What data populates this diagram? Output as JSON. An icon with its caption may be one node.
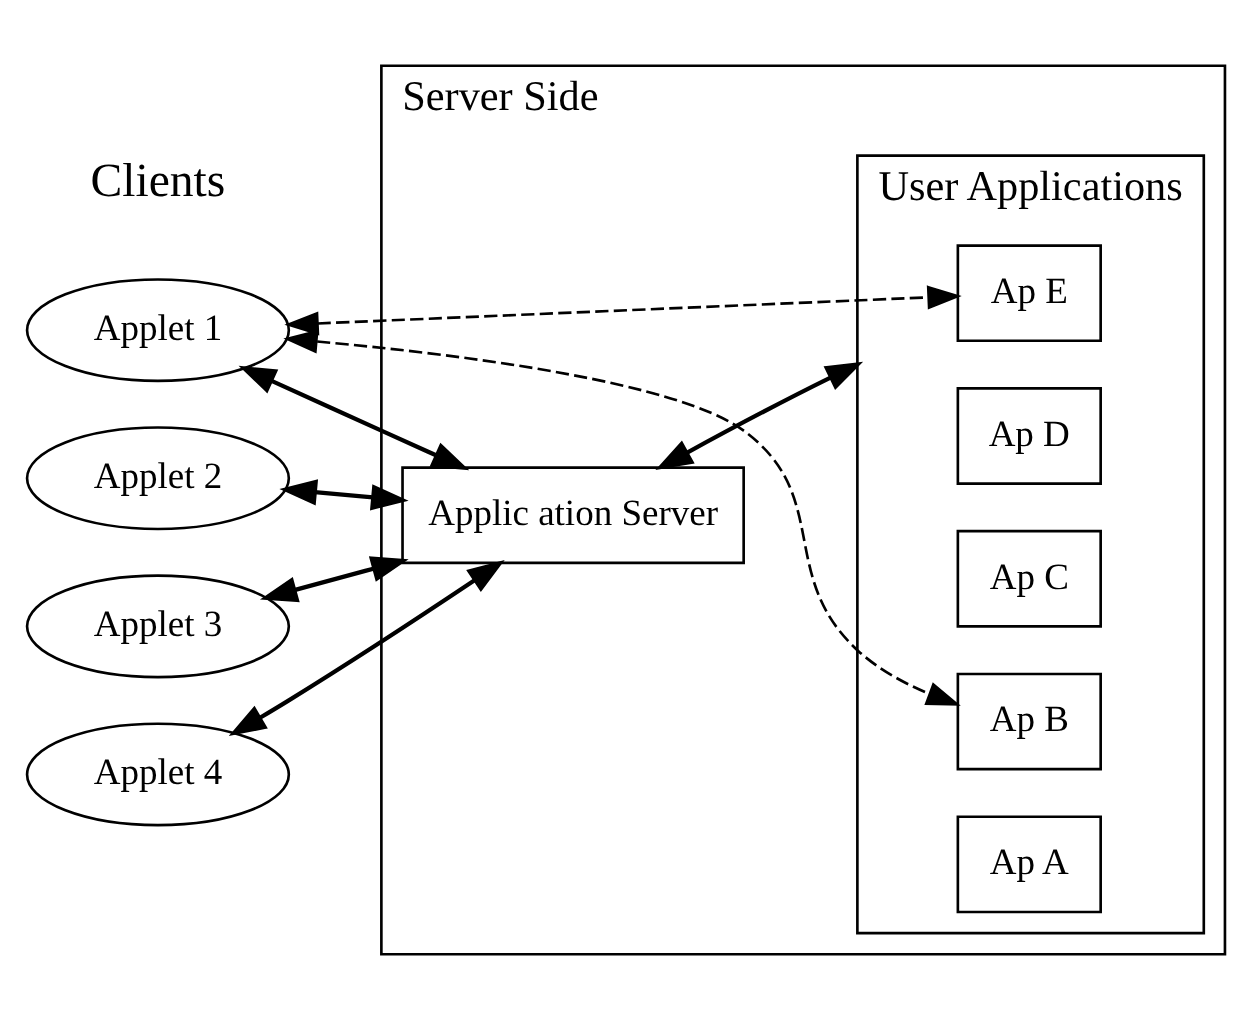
{
  "diagram": {
    "nodes": [
      {
        "text": [
          "Applet 1"
        ]
      },
      {
        "text": [
          "Applet 2"
        ]
      },
      {
        "text": [
          "Applet 3"
        ]
      },
      {
        "text": [
          "Applet 4"
        ]
      },
      {
        "text": [
          "Server Side"
        ]
      },
      {
        "text": [
          "Applic ation Server"
        ],
        "in": 4
      },
      {
        "text": [
          "User Applications"
        ],
        "in": 4
      },
      {
        "text": [
          "Ap E"
        ],
        "in": 6
      },
      {
        "text": [
          "Ap D"
        ],
        "in": 6
      },
      {
        "text": [
          "Ap C"
        ],
        "in": 6
      },
      {
        "text": [
          "Ap B"
        ],
        "in": 6
      },
      {
        "text": [
          "Ap A"
        ],
        "in": 6
      }
    ],
    "edges": [
      {
        "from": 0,
        "to": 5,
        "arrow": "both"
      },
      {
        "from": 1,
        "to": 5,
        "arrow": "both"
      },
      {
        "from": 2,
        "to": 5,
        "arrow": "both"
      },
      {
        "from": 3,
        "to": 5,
        "arrow": "both"
      },
      {
        "from": 0,
        "to": 7,
        "arrow": "both",
        "style": "dashed"
      },
      {
        "from": 0,
        "to": 10,
        "arrow": "both",
        "style": "dashed"
      },
      {
        "from": 5,
        "to": 6,
        "arrow": "both"
      }
    ],
    "labels": [
      "Clients"
    ]
  }
}
